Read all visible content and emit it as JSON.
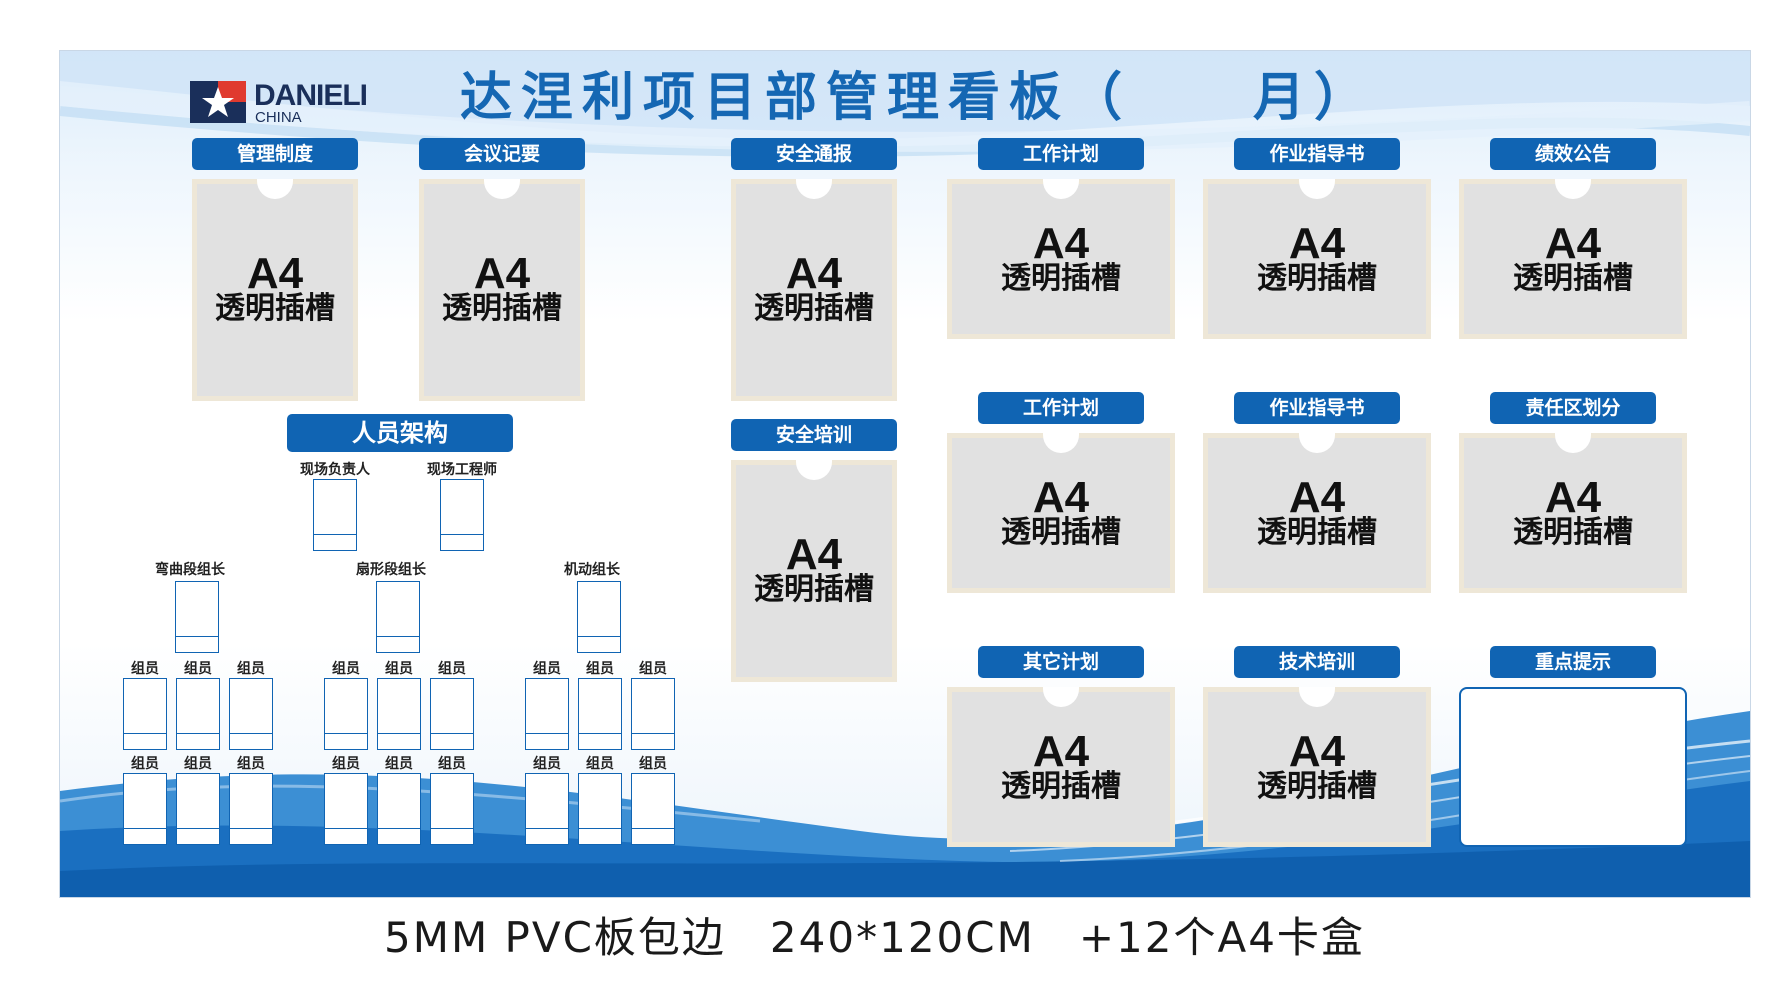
{
  "board": {
    "title": "达涅利项目部管理看板（　　月）",
    "logo": {
      "name": "DANIELI",
      "sub": "CHINA",
      "mark_icon": "danieli-star-logo-icon"
    },
    "colors": {
      "accent": "#1064b3",
      "slot_fill": "#e1e1e1",
      "slot_frame": "#eee7d7",
      "title": "#1567b3"
    },
    "slot_text": {
      "main": "A4",
      "sub": "透明插槽"
    },
    "sections": {
      "s1": "管理制度",
      "s2": "会议记要",
      "s3": "安全通报",
      "s4": "安全培训",
      "s5": "工作计划",
      "s6": "作业指导书",
      "s7": "绩效公告",
      "s8": "工作计划",
      "s9": "作业指导书",
      "s10": "责任区划分",
      "s11": "其它计划",
      "s12": "技术培训",
      "s13": "重点提示"
    },
    "org": {
      "title": "人员架构",
      "lead1": "现场负责人",
      "lead2": "现场工程师",
      "group1": "弯曲段组长",
      "group2": "扇形段组长",
      "group3": "机动组长",
      "member": "组员"
    }
  },
  "caption": "5MM PVC板包边　240*120CM　+12个A4卡盒"
}
